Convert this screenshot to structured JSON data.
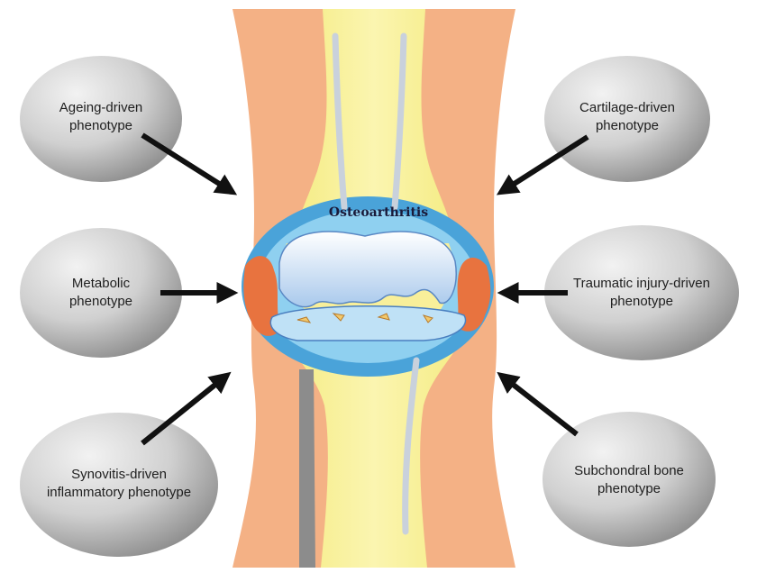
{
  "diagram": {
    "center_label": "Osteoarthritis",
    "phenotypes": {
      "ageing": {
        "line1": "Ageing-driven",
        "line2": "phenotype"
      },
      "cartilage": {
        "line1": "Cartilage-driven",
        "line2": "phenotype"
      },
      "metabolic": {
        "line1": "Metabolic",
        "line2": "phenotype"
      },
      "traumatic": {
        "line1": "Traumatic injury-driven",
        "line2": "phenotype"
      },
      "synovitis": {
        "line1": "Synovitis-driven",
        "line2": "inflammatory phenotype"
      },
      "subchondral": {
        "line1": "Subchondral bone",
        "line2": "phenotype"
      }
    }
  }
}
